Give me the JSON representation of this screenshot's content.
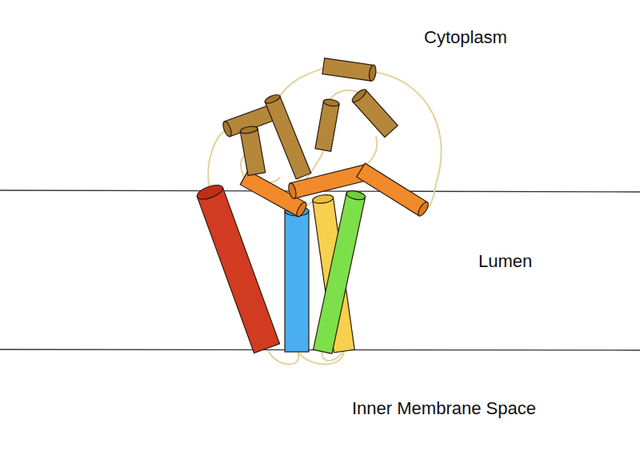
{
  "diagram": {
    "labels": [
      "Cytoplasm",
      "Lumen",
      "Inner Membrane Space"
    ]
  }
}
